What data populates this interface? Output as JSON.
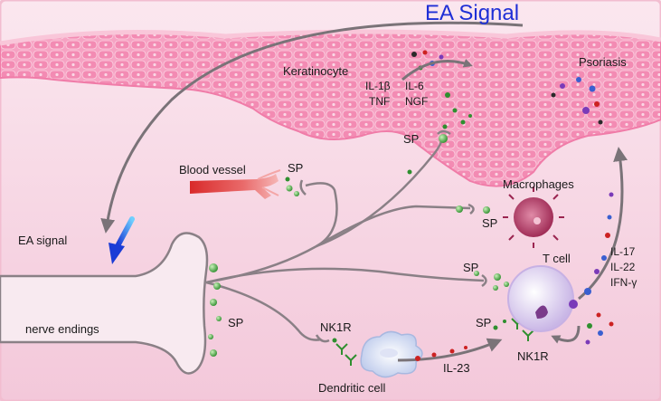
{
  "title": "EA Signal",
  "labels": {
    "keratinocyte": "Keratinocyte",
    "psoriasis": "Psoriasis",
    "il1b": "IL-1β",
    "il6": "IL-6",
    "tnf": "TNF",
    "ngf": "NGF",
    "blood_vessel": "Blood vessel",
    "macrophages": "Macrophages",
    "ea_signal": "EA signal",
    "nerve_endings": "nerve endings",
    "t_cell": "T cell",
    "il17": "IL-17",
    "il22": "IL-22",
    "ifng": "IFN-γ",
    "dendritic_cell": "Dendritic cell",
    "il23": "IL-23",
    "nk1r_dc": "NK1R",
    "nk1r_t": "NK1R",
    "sp_epidermis": "SP",
    "sp_vessel": "SP",
    "sp_macrophage": "SP",
    "sp_tcell_top": "SP",
    "sp_tcell_bottom": "SP",
    "sp_nerve": "SP"
  },
  "colors": {
    "background": "#f6d2e1",
    "skin_light": "#f7a9c6",
    "skin_cell": "#f085ad",
    "title_blue": "#1f2fd6",
    "arrow_gray": "#7a7378",
    "nerve_fill": "#f7e6ee",
    "sp_granule": "#3aa33a"
  }
}
